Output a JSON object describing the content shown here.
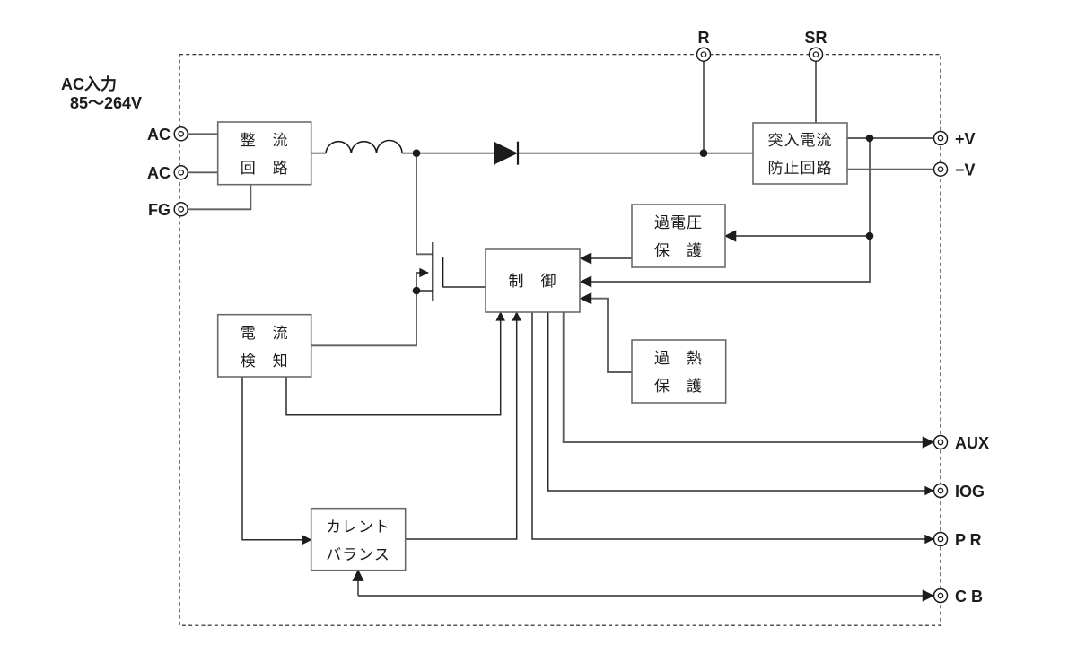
{
  "diagram": {
    "input_label": "AC入力",
    "input_range": "85〜264V",
    "blocks": [
      {
        "id": "rectifier",
        "lines": [
          "整　流",
          "回　路"
        ]
      },
      {
        "id": "inrush-protection",
        "lines": [
          "突入電流",
          "防止回路"
        ]
      },
      {
        "id": "overvoltage-protection",
        "lines": [
          "過電圧",
          "保　護"
        ]
      },
      {
        "id": "control",
        "lines": [
          "制　御"
        ]
      },
      {
        "id": "overheat-protection",
        "lines": [
          "過　熱",
          "保　護"
        ]
      },
      {
        "id": "current-detection",
        "lines": [
          "電　流",
          "検　知"
        ]
      },
      {
        "id": "current-balance",
        "lines": [
          "カレント",
          "バランス"
        ]
      }
    ],
    "terminals": [
      {
        "id": "ac1",
        "label": "AC"
      },
      {
        "id": "ac2",
        "label": "AC"
      },
      {
        "id": "fg",
        "label": "FG"
      },
      {
        "id": "r",
        "label": "R"
      },
      {
        "id": "sr",
        "label": "SR"
      },
      {
        "id": "plus-v",
        "label": "+V"
      },
      {
        "id": "minus-v",
        "label": "−V"
      },
      {
        "id": "aux",
        "label": "AUX"
      },
      {
        "id": "iog",
        "label": "IOG"
      },
      {
        "id": "pr",
        "label": "P R"
      },
      {
        "id": "cb",
        "label": "C B"
      }
    ],
    "colors": {
      "wire": "#5f5f5f",
      "ink": "#1c1c1c",
      "background": "#ffffff"
    }
  }
}
